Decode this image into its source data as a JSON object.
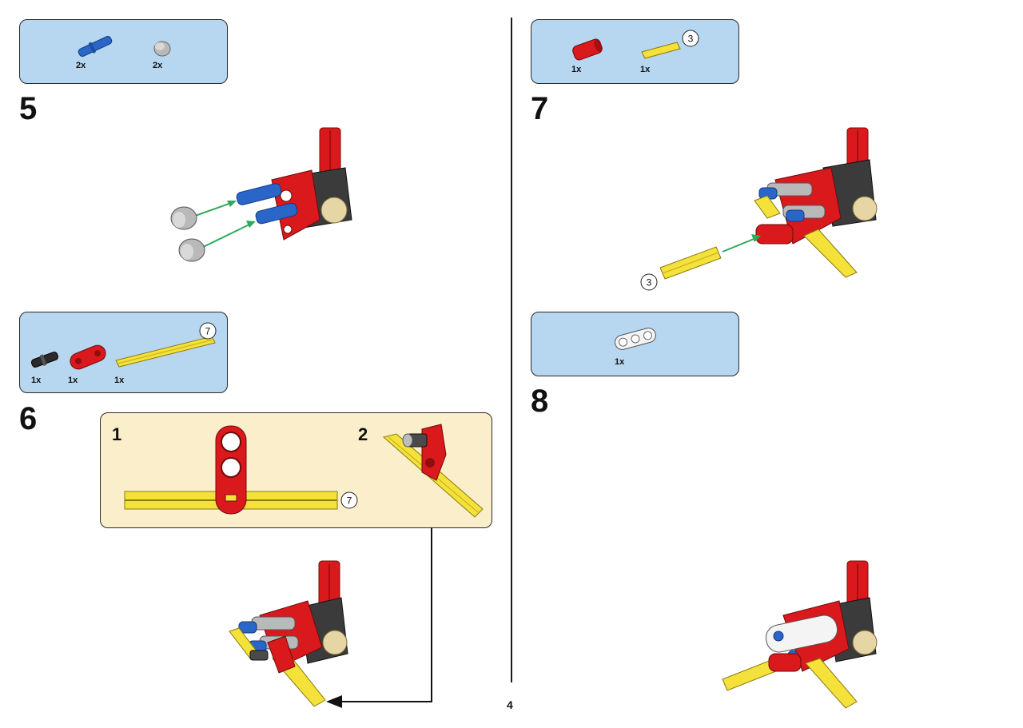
{
  "page": {
    "number": "4"
  },
  "steps": {
    "s5": {
      "number": "5",
      "parts": [
        {
          "icon": "blue-axle-pin-icon",
          "qty": "2x"
        },
        {
          "icon": "gray-bush-icon",
          "qty": "2x"
        }
      ]
    },
    "s6": {
      "number": "6",
      "parts": [
        {
          "icon": "black-pin-icon",
          "qty": "1x"
        },
        {
          "icon": "red-liftarm-icon",
          "qty": "1x"
        },
        {
          "icon": "yellow-axle-icon",
          "qty": "1x",
          "length": "7"
        }
      ],
      "sub": {
        "step1": "1",
        "step2": "2",
        "length": "7"
      }
    },
    "s7": {
      "number": "7",
      "parts": [
        {
          "icon": "red-connector-icon",
          "qty": "1x"
        },
        {
          "icon": "yellow-axle-icon",
          "qty": "1x",
          "length": "3"
        }
      ],
      "callout_length": "3"
    },
    "s8": {
      "number": "8",
      "parts": [
        {
          "icon": "white-beam-icon",
          "qty": "1x"
        }
      ]
    }
  },
  "colors": {
    "parts_bg": "#b7d6f0",
    "sub_bg": "#fbefcb",
    "red": "#d9191c",
    "yellow": "#f4e13a",
    "blue": "#2a66c8",
    "arrow": "#2eaa5a"
  }
}
